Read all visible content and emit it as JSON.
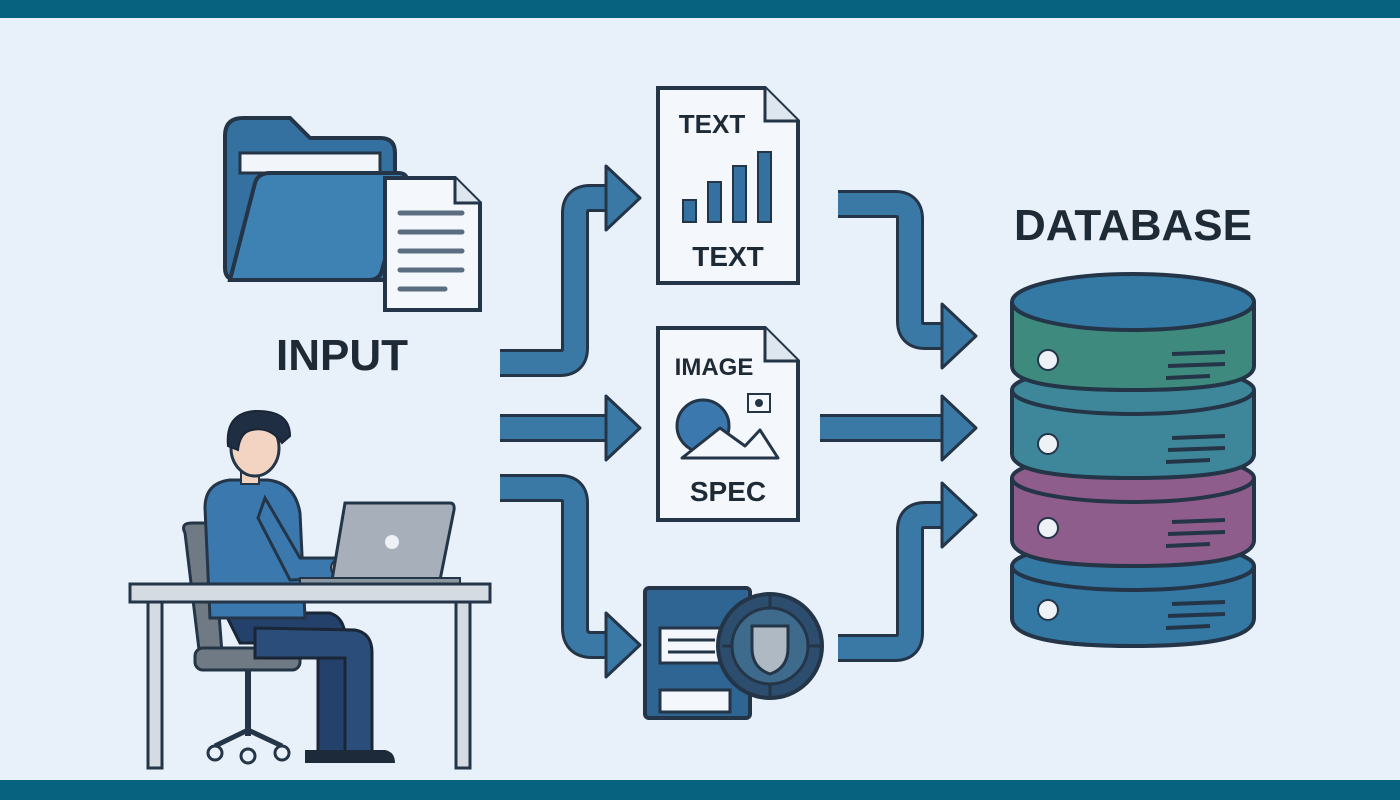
{
  "labels": {
    "input": "INPUT",
    "database": "DATABASE",
    "text_doc_top": "TEXT",
    "text_doc_bottom": "TEXT",
    "image_doc_top": "IMAGE",
    "image_doc_bottom": "SPEC"
  },
  "colors": {
    "frame": "#06627f",
    "background": "#e8f1f9",
    "arrow": "#3a79a6",
    "outline": "#243548",
    "db_green": "#3f8a7e",
    "db_teal": "#3e879b",
    "db_purple": "#8e5d8c",
    "db_blue": "#3478a4"
  }
}
